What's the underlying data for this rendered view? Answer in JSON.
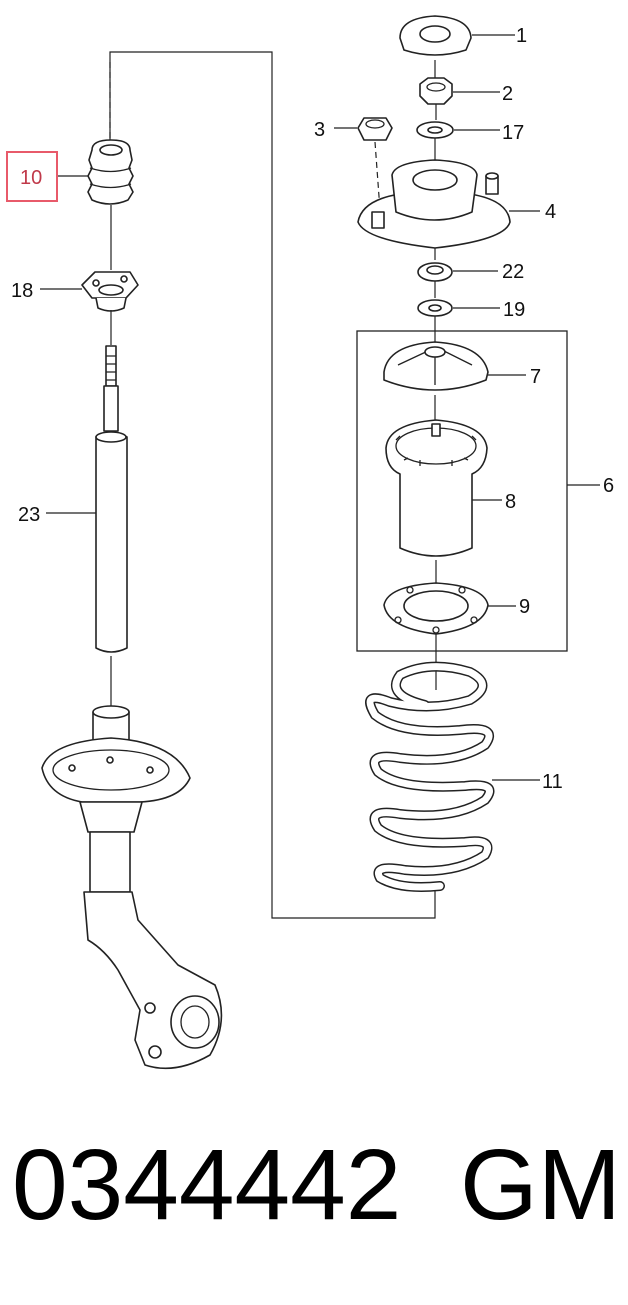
{
  "diagram": {
    "highlight_color": "#e85a6a",
    "callouts": {
      "c1": "1",
      "c2": "2",
      "c3": "3",
      "c4": "4",
      "c6": "6",
      "c7": "7",
      "c8": "8",
      "c9": "9",
      "c10": "10",
      "c11": "11",
      "c17": "17",
      "c18": "18",
      "c19": "19",
      "c22": "22",
      "c23": "23"
    },
    "highlighted_callout": "10"
  },
  "footer": {
    "part_number": "0344442",
    "brand": "GM"
  }
}
